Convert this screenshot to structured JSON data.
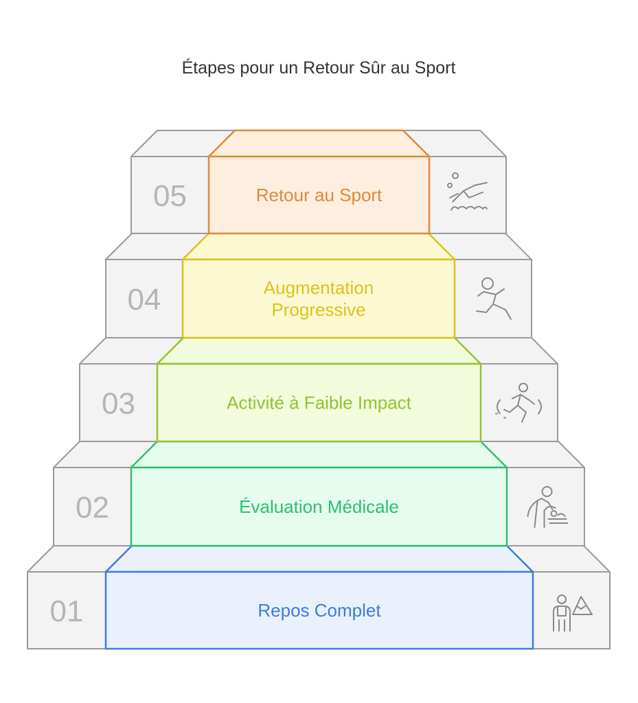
{
  "title": "Étapes pour un Retour Sûr au Sport",
  "steps": [
    {
      "number": "01",
      "lines": [
        "Repos Complet"
      ],
      "color": "#3f7bdc",
      "fill": "#eaf1fc",
      "icon": "person-mountain-icon"
    },
    {
      "number": "02",
      "lines": [
        "Évaluation Médicale"
      ],
      "color": "#2fbf71",
      "fill": "#e4fbee",
      "icon": "doctor-patient-icon"
    },
    {
      "number": "03",
      "lines": [
        "Activité à Faible Impact"
      ],
      "color": "#94c235",
      "fill": "#f2fbdc",
      "icon": "jogging-icon"
    },
    {
      "number": "04",
      "lines": [
        "Augmentation",
        "Progressive"
      ],
      "color": "#d8c41a",
      "fill": "#fcf8d2",
      "icon": "running-icon"
    },
    {
      "number": "05",
      "lines": [
        "Retour au Sport"
      ],
      "color": "#e08a35",
      "fill": "#fdeee0",
      "icon": "swimming-icon"
    }
  ],
  "colors": {
    "stone_fill": "#f3f3f3",
    "stone_stroke": "#9a9a9a",
    "number_text": "#b5b5b5",
    "icon_stroke": "#888888",
    "title_text": "#333333"
  }
}
